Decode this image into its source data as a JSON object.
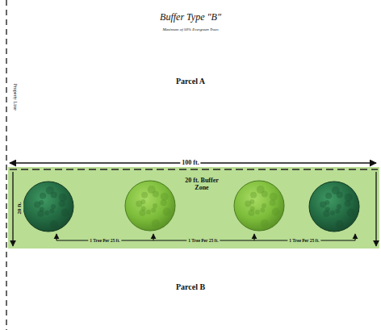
{
  "diagram": {
    "title": "Buffer Type \"B\"",
    "nodes": [
      {
        "text": [
          "20 ft. Buffer Zone"
        ]
      }
    ],
    "labels": [
      "Maximum of 50% Evergreen Trees",
      "Property Line",
      "Parcel A",
      "100 ft.",
      "20 ft.",
      "1 Tree Per 25 ft.",
      "1 Tree Per 25 ft.",
      "1 Tree Per 25 ft.",
      "Parcel B"
    ]
  }
}
